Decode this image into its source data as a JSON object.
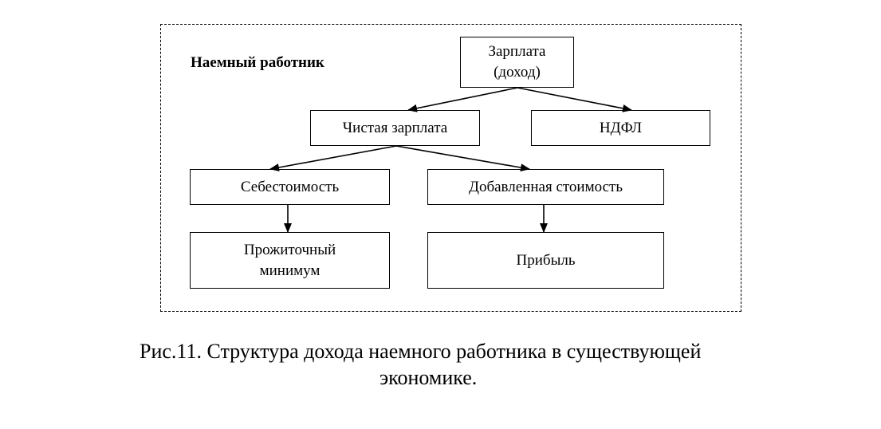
{
  "diagram": {
    "frame_label": "Наемный работник",
    "nodes": {
      "salary": "Зарплата\n(доход)",
      "net_salary": "Чистая зарплата",
      "ndfl": "НДФЛ",
      "cost": "Себестоимость",
      "added_value": "Добавленная стоимость",
      "subsistence_minimum": "Прожиточный\nминимум",
      "profit": "Прибыль"
    },
    "edges": [
      {
        "from": "salary",
        "to": "net_salary"
      },
      {
        "from": "salary",
        "to": "ndfl"
      },
      {
        "from": "net_salary",
        "to": "cost"
      },
      {
        "from": "net_salary",
        "to": "added_value"
      },
      {
        "from": "cost",
        "to": "subsistence_minimum"
      },
      {
        "from": "added_value",
        "to": "profit"
      }
    ]
  },
  "caption": {
    "line1": "Рис.11. Структура дохода наемного работника в существующей",
    "line2": "экономике."
  }
}
